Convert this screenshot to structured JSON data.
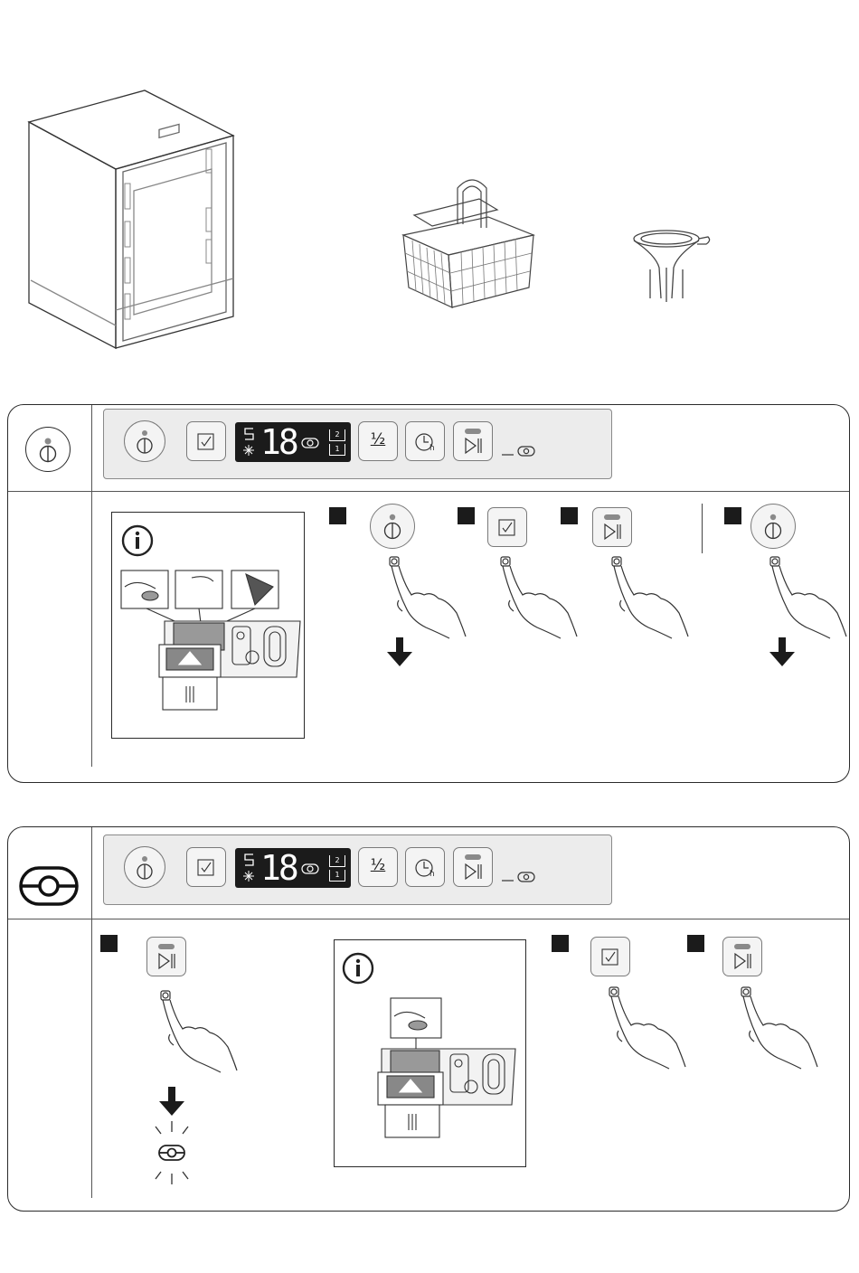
{
  "panel": {
    "display_digits": "18",
    "display_indicator_top": "2",
    "display_indicator_bottom": "1",
    "half_load_label": "½"
  },
  "icons": {
    "dishwasher": "dishwasher-illustration",
    "cutlery_basket": "cutlery-basket-illustration",
    "funnel": "salt-funnel-illustration",
    "power": "power-icon",
    "program": "program-select-icon",
    "start_pause": "start-pause-icon",
    "rinse_aid": "rinse-aid-icon",
    "delay": "delay-timer-icon",
    "info": "info-icon",
    "finger": "finger-press-icon",
    "arrow_down": "arrow-down-icon"
  },
  "colors": {
    "frame": "#2a2a2a",
    "panel_bg": "#ececec",
    "display_bg": "#1b1b1b",
    "led": "#8a8a8a"
  }
}
